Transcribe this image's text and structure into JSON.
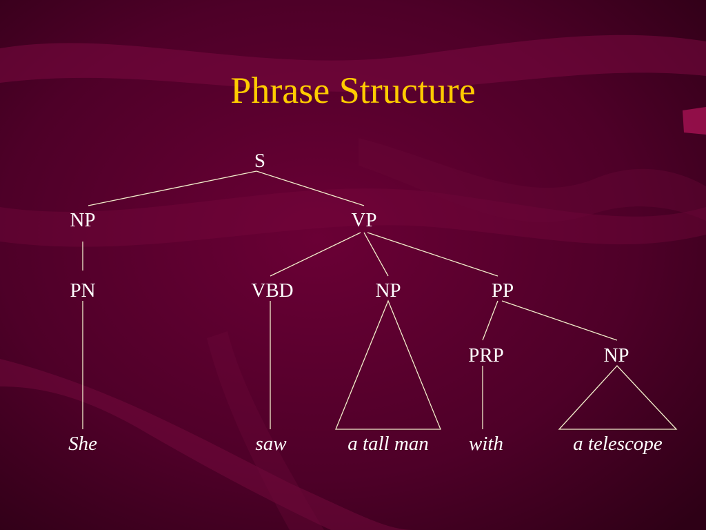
{
  "slide": {
    "title": "Phrase Structure"
  },
  "colors": {
    "background": "#4a0025",
    "title": "#ffcc00",
    "text": "#ffffff",
    "lines": "#f2eccb"
  },
  "tree": {
    "nodes": [
      {
        "id": "s",
        "label": "S"
      },
      {
        "id": "np1",
        "label": "NP"
      },
      {
        "id": "vp",
        "label": "VP"
      },
      {
        "id": "pn",
        "label": "PN"
      },
      {
        "id": "vbd",
        "label": "VBD"
      },
      {
        "id": "np2",
        "label": "NP"
      },
      {
        "id": "pp",
        "label": "PP"
      },
      {
        "id": "prp",
        "label": "PRP"
      },
      {
        "id": "np3",
        "label": "NP"
      }
    ],
    "leaves": [
      {
        "id": "she",
        "label": "She"
      },
      {
        "id": "saw",
        "label": "saw"
      },
      {
        "id": "tall-man",
        "label": "a tall man"
      },
      {
        "id": "with",
        "label": "with"
      },
      {
        "id": "telescope",
        "label": "a telescope"
      }
    ],
    "edges": [
      [
        "s",
        "np1"
      ],
      [
        "s",
        "vp"
      ],
      [
        "np1",
        "pn"
      ],
      [
        "pn",
        "she"
      ],
      [
        "vp",
        "vbd"
      ],
      [
        "vp",
        "np2"
      ],
      [
        "vp",
        "pp"
      ],
      [
        "vbd",
        "saw"
      ],
      [
        "pp",
        "prp"
      ],
      [
        "pp",
        "np3"
      ],
      [
        "prp",
        "with"
      ]
    ],
    "triangles": [
      [
        "np2",
        "tall-man"
      ],
      [
        "np3",
        "telescope"
      ]
    ]
  }
}
